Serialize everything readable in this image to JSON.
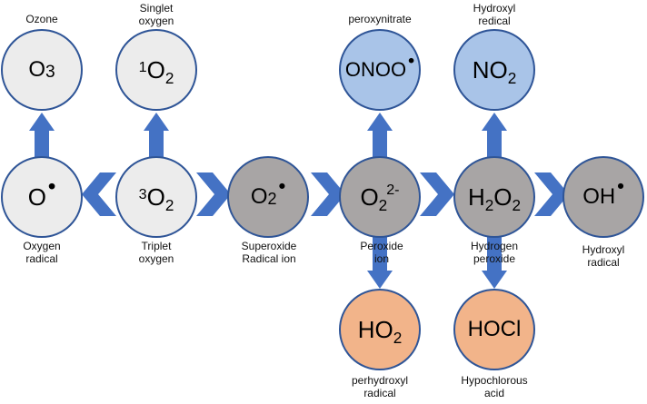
{
  "colors": {
    "border": "#2f5597",
    "arrow": "#4472c4",
    "light_fill": "#ececec",
    "dark_fill": "#a8a5a5",
    "blue_fill": "#a9c4e8",
    "orange_fill": "#f2b48a"
  },
  "nodes": {
    "ozone": {
      "main": "O",
      "sub": "3",
      "labels": [
        "Ozone"
      ]
    },
    "singlet": {
      "pre": "1",
      "main": "O",
      "sub": "2",
      "labels": [
        "Singlet",
        "oxygen"
      ]
    },
    "peroxynitrate": {
      "main": "ONOO",
      "labels": [
        "peroxynitrate"
      ]
    },
    "no2": {
      "main": "NO",
      "sub": "2",
      "labels": [
        "Hydroxyl",
        "redical"
      ]
    },
    "oxygen_radical": {
      "main": "O",
      "labels": [
        "Oxygen",
        "radical"
      ]
    },
    "triplet": {
      "pre": "3",
      "main": "O",
      "sub": "2",
      "labels": [
        "Triplet",
        "oxygen"
      ]
    },
    "superoxide": {
      "main": "O",
      "sub": "2",
      "labels": [
        "Superoxide",
        "Radical ion"
      ]
    },
    "peroxide": {
      "main": "O",
      "sub": "2",
      "sup": "2-",
      "labels": [
        "Peroxide",
        "ion"
      ]
    },
    "h2o2": {
      "main1": "H",
      "sub1": "2",
      "main2": "O",
      "sub2": "2",
      "labels": [
        "Hydrogen",
        "peroxide"
      ]
    },
    "hydroxyl": {
      "main": "OH",
      "labels": [
        "Hydroxyl",
        "radical"
      ]
    },
    "ho2": {
      "main": "HO",
      "sub": "2",
      "labels": [
        "perhydroxyl",
        "radical"
      ]
    },
    "hocl": {
      "main": "HOCl",
      "labels": [
        "Hypochlorous",
        "acid"
      ]
    }
  }
}
